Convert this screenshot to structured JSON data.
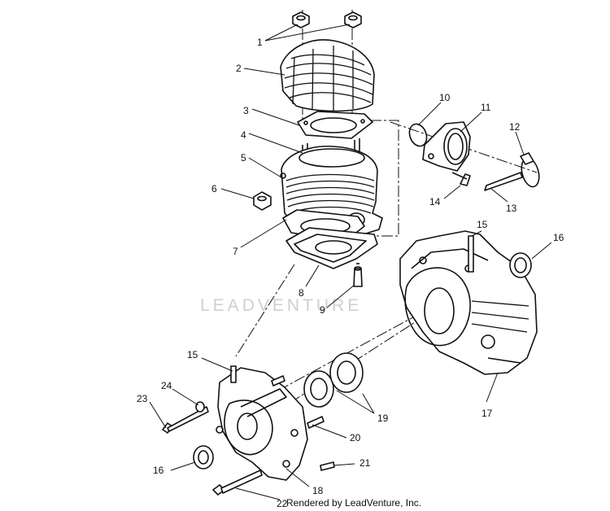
{
  "watermark": "LEADVENTURE",
  "footer": "Rendered by LeadVenture, Inc.",
  "callouts": {
    "c1": "1",
    "c2": "2",
    "c3": "3",
    "c4": "4",
    "c5": "5",
    "c6": "6",
    "c7": "7",
    "c8": "8",
    "c9": "9",
    "c10": "10",
    "c11": "11",
    "c12": "12",
    "c13": "13",
    "c14": "14",
    "c15a": "15",
    "c15b": "15",
    "c16a": "16",
    "c16b": "16",
    "c17": "17",
    "c18": "18",
    "c19": "19",
    "c20": "20",
    "c21": "21",
    "c22": "22",
    "c23": "23",
    "c24": "24"
  }
}
